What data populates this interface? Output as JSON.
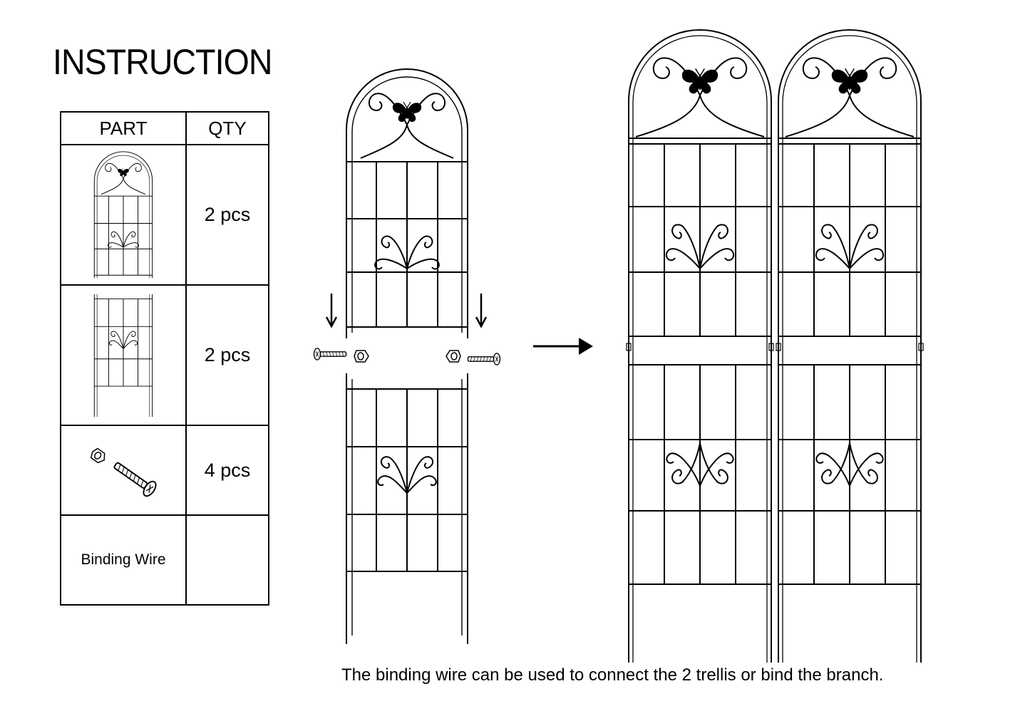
{
  "title": "INSTRUCTION",
  "table": {
    "headers": {
      "part": "PART",
      "qty": "QTY"
    },
    "rows": [
      {
        "part_icon": "trellis-top-panel-icon",
        "part_label": "",
        "qty": "2 pcs"
      },
      {
        "part_icon": "trellis-bottom-panel-icon",
        "part_label": "",
        "qty": "2 pcs"
      },
      {
        "part_icon": "bolt-and-nut-icon",
        "part_label": "",
        "qty": "4 pcs"
      },
      {
        "part_icon": "",
        "part_label": "Binding Wire",
        "qty": ""
      }
    ]
  },
  "caption": "The binding wire can be used to connect the 2 trellis or bind the branch.",
  "colors": {
    "line": "#000000",
    "background": "#ffffff"
  }
}
